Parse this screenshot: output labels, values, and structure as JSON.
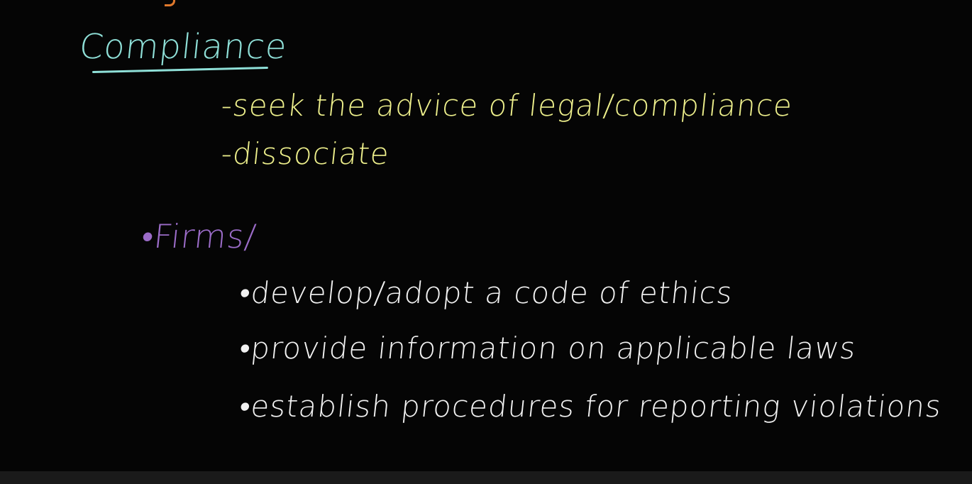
{
  "heading": "Compliance",
  "compliance_items": [
    "-seek the advice of legal/compliance",
    "-dissociate"
  ],
  "firms_label": "•Firms/",
  "firms_items": [
    "•develop/adopt a code of ethics",
    "•provide information on applicable laws",
    "•establish procedures for reporting violations"
  ],
  "colors": {
    "background": "#050505",
    "heading": "#8fe0d8",
    "compliance_items": "#eef08c",
    "firms_label": "#9b6cc8",
    "firms_items": "#f2f2f2",
    "partial_top_mark": "#e0792c"
  }
}
